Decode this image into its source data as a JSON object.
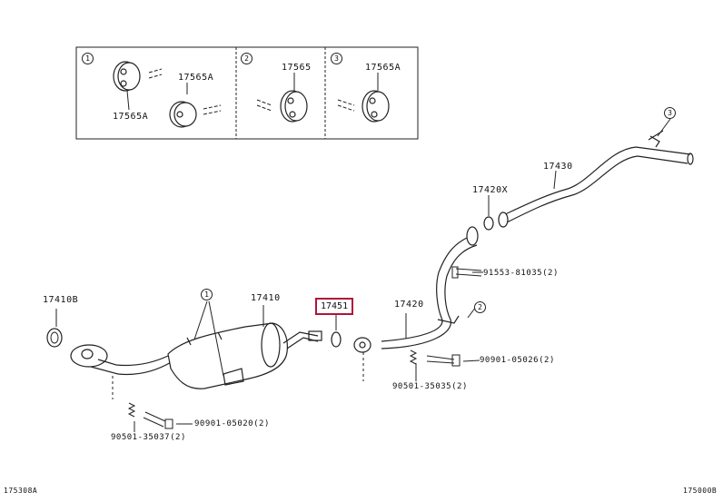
{
  "inset": {
    "panels": [
      {
        "index_mark": "1",
        "labels": [
          "17565A",
          "17565A"
        ]
      },
      {
        "index_mark": "2",
        "labels": [
          "17565"
        ]
      },
      {
        "index_mark": "3",
        "labels": [
          "17565A"
        ]
      }
    ]
  },
  "parts": {
    "p17430": "17430",
    "p17420X": "17420X",
    "p17410B": "17410B",
    "p17410": "17410",
    "p17451": "17451",
    "p17420": "17420",
    "bolt_91553": "91553-81035(2)",
    "bolt_90901_a": "90901-05026(2)",
    "spring_90501_a": "90501-35035(2)",
    "bolt_90901_b": "90901-05020(2)",
    "spring_90501_b": "90501-35037(2)"
  },
  "callouts": {
    "c1": "1",
    "c2": "2",
    "c3": "3"
  },
  "footer": {
    "left_code": "175308A",
    "right_code": "175000B"
  },
  "colors": {
    "highlight": "#b0143c",
    "line": "#222222"
  }
}
